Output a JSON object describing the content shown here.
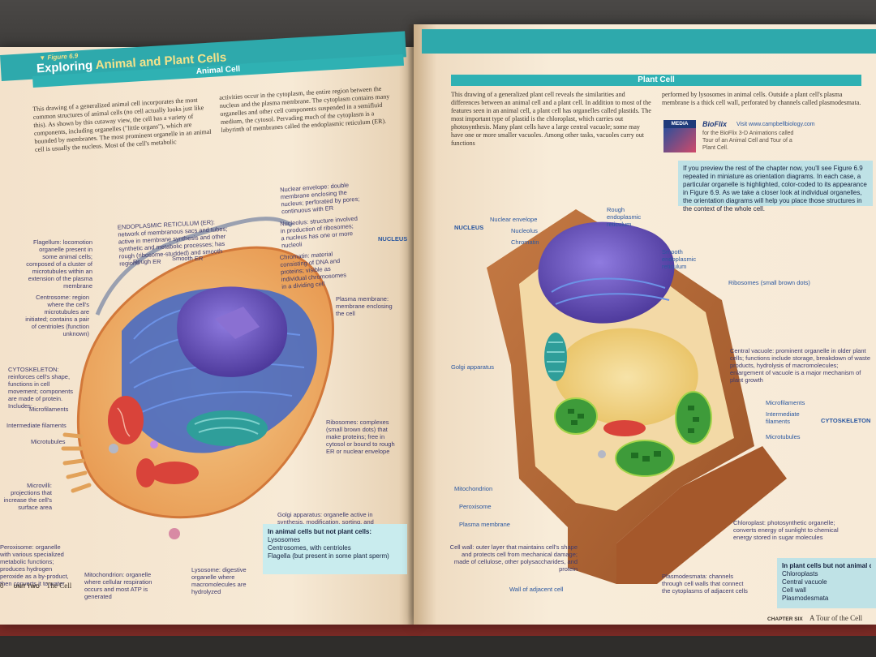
{
  "left_page": {
    "figure_num": "▼ Figure 6.9",
    "title_plain": "Exploring ",
    "title_accent": "Animal and Plant Cells",
    "band": "Animal Cell",
    "body": "This drawing of a generalized animal cell incorporates the most common structures of animal cells (no cell actually looks just like this). As shown by this cutaway view, the cell has a variety of components, including organelles (\"little organs\"), which are bounded by membranes. The most prominent organelle in an animal cell is usually the nucleus. Most of the cell's metabolic",
    "body2": "activities occur in the cytoplasm, the entire region between the nucleus and the plasma membrane. The cytoplasm contains many organelles and other cell components suspended in a semifluid medium, the cytosol. Pervading much of the cytoplasm is a labyrinth of membranes called the endoplasmic reticulum (ER).",
    "labels": {
      "er": "ENDOPLASMIC RETICULUM (ER): network of membranous sacs and tubes; active in membrane synthesis and other synthetic and metabolic processes; has rough (ribosome-studded) and smooth regions",
      "rough_er": "Rough ER",
      "smooth_er": "Smooth ER",
      "flagellum": "Flagellum: locomotion organelle present in some animal cells; composed of a cluster of microtubules within an extension of the plasma membrane",
      "centrosome": "Centrosome: region where the cell's microtubules are initiated; contains a pair of centrioles (function unknown)",
      "cytoskeleton": "CYTOSKELETON: reinforces cell's shape, functions in cell movement; components are made of protein. Includes:",
      "microfilaments": "Microfilaments",
      "intermediate": "Intermediate filaments",
      "microtubules": "Microtubules",
      "microvilli": "Microvilli: projections that increase the cell's surface area",
      "peroxisome": "Peroxisome: organelle with various specialized metabolic functions; produces hydrogen peroxide as a by-product, then converts it to water",
      "mitochondrion": "Mitochondrion: organelle where cellular respiration occurs and most ATP is generated",
      "lysosome": "Lysosome: digestive organelle where macromolecules are hydrolyzed",
      "nuclear_envelope": "Nuclear envelope: double membrane enclosing the nucleus; perforated by pores; continuous with ER",
      "nucleolus": "Nucleolus: structure involved in production of ribosomes; a nucleus has one or more nucleoli",
      "chromatin": "Chromatin: material consisting of DNA and proteins; visible as individual chromosomes in a dividing cell",
      "nucleus": "NUCLEUS",
      "plasma_membrane": "Plasma membrane: membrane enclosing the cell",
      "ribosomes": "Ribosomes: complexes (small brown dots) that make proteins; free in cytosol or bound to rough ER or nuclear envelope",
      "golgi": "Golgi apparatus: organelle active in synthesis, modification, sorting, and secretion of cell products"
    },
    "summary_title": "In animal cells but not plant cells:",
    "summary_items": [
      "Lysosomes",
      "Centrosomes, with centrioles",
      "Flagella (but present in some plant sperm)"
    ],
    "footer_page": "0",
    "footer_unit": "UNIT TWO",
    "footer_title": "The Cell"
  },
  "right_page": {
    "band": "Plant Cell",
    "body": "This drawing of a generalized plant cell reveals the similarities and differences between an animal cell and a plant cell. In addition to most of the features seen in an animal cell, a plant cell has organelles called plastids. The most important type of plastid is the chloroplast, which carries out photosynthesis. Many plant cells have a large central vacuole; some may have one or more smaller vacuoles. Among other tasks, vacuoles carry out functions",
    "body2": "performed by lysosomes in animal cells. Outside a plant cell's plasma membrane is a thick cell wall, perforated by channels called plasmodesmata.",
    "media_badge": "MEDIA",
    "bioflix": "BioFlix",
    "bioflix_url": "Visit www.campbellbiology.com",
    "bioflix_text": "for the BioFlix 3-D Animations called Tour of an Animal Cell and Tour of a Plant Cell.",
    "preview_box": "If you preview the rest of the chapter now, you'll see Figure 6.9 repeated in miniature as orientation diagrams. In each case, a particular organelle is highlighted, color-coded to its appearance in Figure 6.9. As we take a closer look at individual organelles, the orientation diagrams will help you place those structures in the context of the whole cell.",
    "labels": {
      "nucleus": "NUCLEUS",
      "nuclear_envelope": "Nuclear envelope",
      "nucleolus": "Nucleolus",
      "chromatin": "Chromatin",
      "rough_er": "Rough endoplasmic reticulum",
      "smooth_er": "Smooth endoplasmic reticulum",
      "ribosomes": "Ribosomes (small brown dots)",
      "central_vacuole": "Central vacuole: prominent organelle in older plant cells; functions include storage, breakdown of waste products, hydrolysis of macromolecules; enlargement of vacuole is a major mechanism of plant growth",
      "golgi": "Golgi apparatus",
      "microfilaments": "Microfilaments",
      "intermediate": "Intermediate filaments",
      "microtubules": "Microtubules",
      "cytoskeleton": "CYTOSKELETON",
      "mitochondrion": "Mitochondrion",
      "peroxisome": "Peroxisome",
      "plasma_membrane": "Plasma membrane",
      "cell_wall": "Cell wall: outer layer that maintains cell's shape and protects cell from mechanical damage; made of cellulose, other polysaccharides, and protein",
      "wall_adjacent": "Wall of adjacent cell",
      "chloroplast": "Chloroplast: photosynthetic organelle; converts energy of sunlight to chemical energy stored in sugar molecules",
      "plasmodesmata": "Plasmodesmata: channels through cell walls that connect the cytoplasms of adjacent cells"
    },
    "summary_title": "In plant cells but not animal cells:",
    "summary_items": [
      "Chloroplasts",
      "Central vacuole",
      "Cell wall",
      "Plasmodesmata"
    ],
    "footer_chapter": "CHAPTER SIX",
    "footer_title": "A Tour of the Cell"
  },
  "colors": {
    "teal_band": "#2fb1b3",
    "label_blue": "#2a57a0",
    "summary_box": "#bfe2e6",
    "cell_wall": "#b96a36",
    "nucleus": "#6a4fb0"
  }
}
